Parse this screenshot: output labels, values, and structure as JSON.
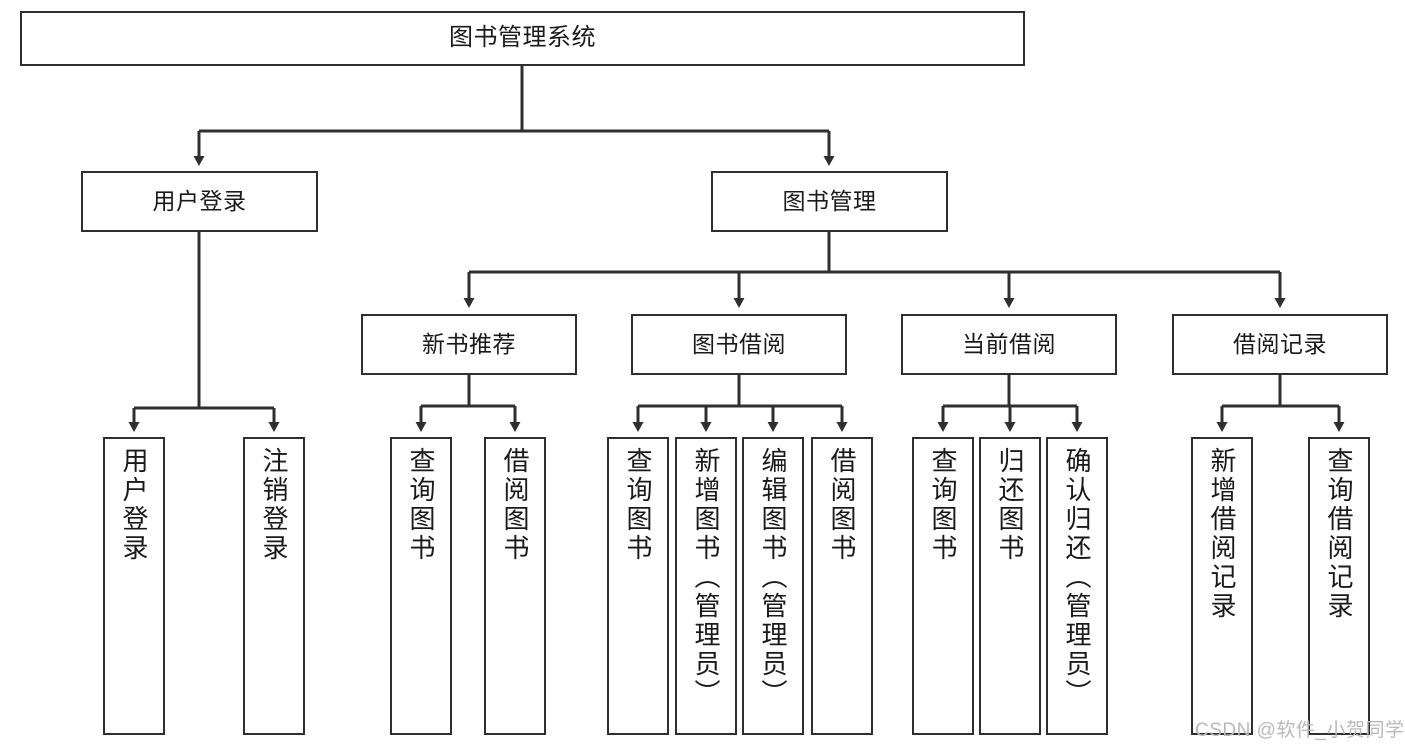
{
  "diagram": {
    "title": "图书管理系统",
    "type": "hierarchy-tree",
    "orientation": "top-down",
    "colors": {
      "box_stroke": "#2f2f2f",
      "box_fill": "#ffffff",
      "connector": "#2f2f2f",
      "text": "#1a1a1a",
      "watermark": "#b9b9b9"
    },
    "levels": {
      "level1": {
        "root": {
          "id": "n_root",
          "label": "图书管理系统"
        }
      },
      "level2": [
        {
          "id": "n_login",
          "label": "用户登录",
          "parent": "n_root"
        },
        {
          "id": "n_bookmgmt",
          "label": "图书管理",
          "parent": "n_root"
        }
      ],
      "level3": [
        {
          "id": "n_newbook",
          "label": "新书推荐",
          "parent": "n_bookmgmt"
        },
        {
          "id": "n_borrow",
          "label": "图书借阅",
          "parent": "n_bookmgmt"
        },
        {
          "id": "n_current",
          "label": "当前借阅",
          "parent": "n_bookmgmt"
        },
        {
          "id": "n_record",
          "label": "借阅记录",
          "parent": "n_bookmgmt"
        }
      ],
      "leaves": [
        {
          "id": "l_login_1",
          "label": "用户登录",
          "parent": "n_login"
        },
        {
          "id": "l_login_2",
          "label": "注销登录",
          "parent": "n_login"
        },
        {
          "id": "l_new_1",
          "label": "查询图书",
          "parent": "n_newbook"
        },
        {
          "id": "l_new_2",
          "label": "借阅图书",
          "parent": "n_newbook"
        },
        {
          "id": "l_bor_1",
          "label": "查询图书",
          "parent": "n_borrow"
        },
        {
          "id": "l_bor_2",
          "label": "新增图书（管理员）",
          "parent": "n_borrow"
        },
        {
          "id": "l_bor_3",
          "label": "编辑图书（管理员）",
          "parent": "n_borrow"
        },
        {
          "id": "l_bor_4",
          "label": "借阅图书",
          "parent": "n_borrow"
        },
        {
          "id": "l_cur_1",
          "label": "查询图书",
          "parent": "n_current"
        },
        {
          "id": "l_cur_2",
          "label": "归还图书",
          "parent": "n_current"
        },
        {
          "id": "l_cur_3",
          "label": "确认归还（管理员）",
          "parent": "n_current"
        },
        {
          "id": "l_rec_1",
          "label": "新增借阅记录",
          "parent": "n_record"
        },
        {
          "id": "l_rec_2",
          "label": "查询借阅记录",
          "parent": "n_record"
        }
      ]
    }
  },
  "watermark": {
    "text": "CSDN @软件_小贺同学"
  }
}
